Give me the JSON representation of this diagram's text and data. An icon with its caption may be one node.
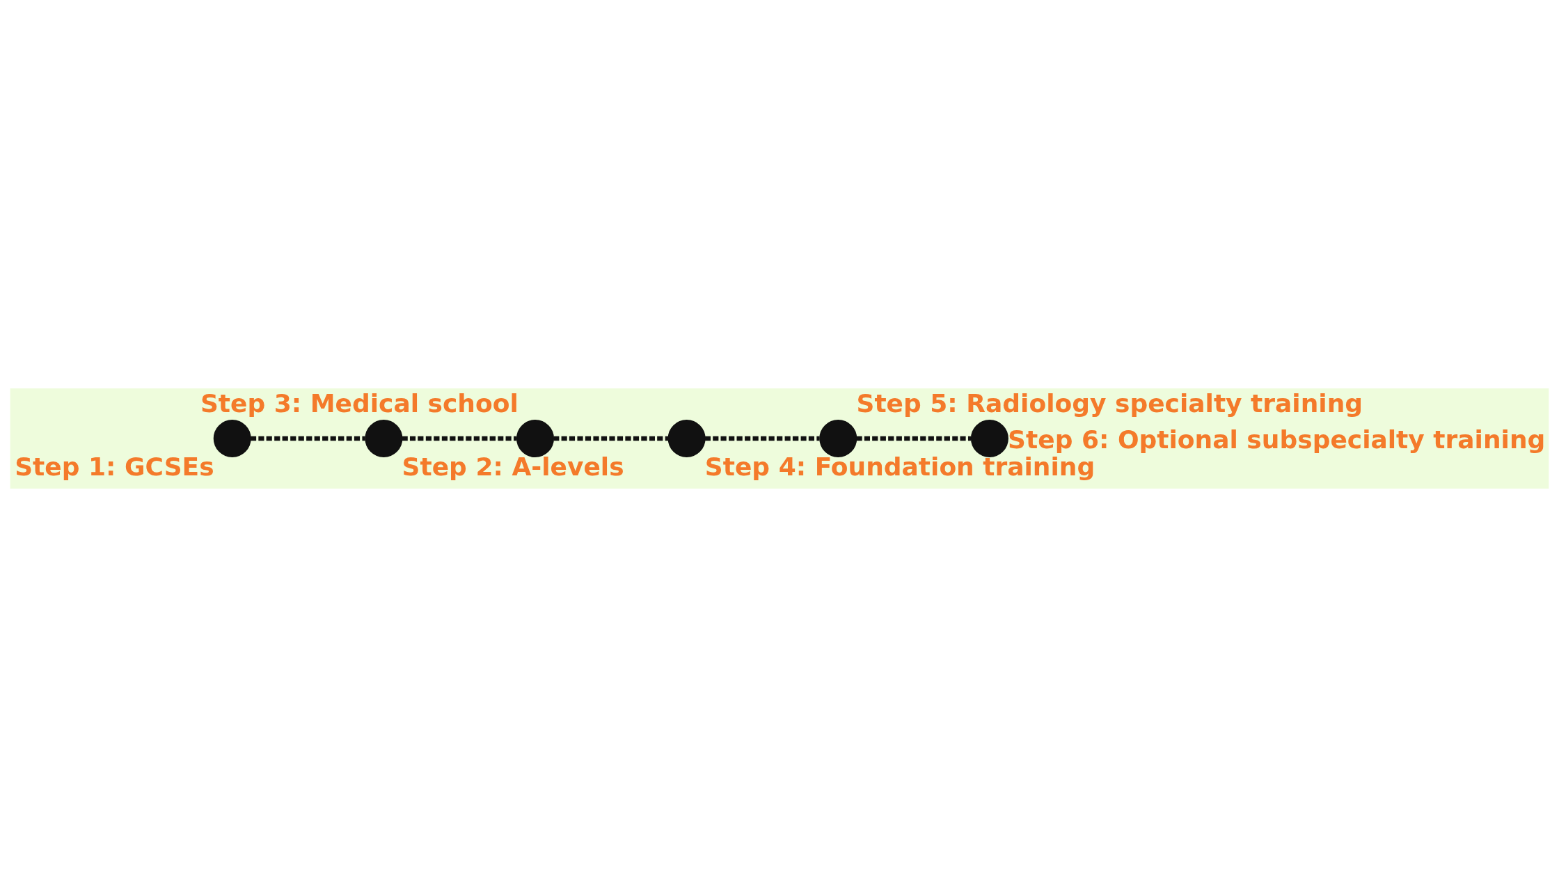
{
  "diagram": {
    "nodes": [
      {
        "text": [],
        "shape": "circle",
        "beside": [
          "Step 1: GCSEs"
        ]
      },
      {
        "text": [],
        "shape": "circle",
        "beside": [
          "Step 2: A-levels"
        ]
      },
      {
        "text": [],
        "shape": "circle",
        "beside": [
          "Step 3: Medical school"
        ]
      },
      {
        "text": [],
        "shape": "circle",
        "beside": [
          "Step 4: Foundation training"
        ]
      },
      {
        "text": [],
        "shape": "circle",
        "beside": [
          "Step 5: Radiology specialty training"
        ]
      },
      {
        "text": [],
        "shape": "circle",
        "beside": [
          "Step 6: Optional subspecialty training"
        ]
      }
    ],
    "edges": [
      {
        "from": 0,
        "to": 1,
        "arrow": "none",
        "style": "dashed"
      },
      {
        "from": 1,
        "to": 2,
        "arrow": "none",
        "style": "dashed"
      },
      {
        "from": 2,
        "to": 3,
        "arrow": "none",
        "style": "dashed"
      },
      {
        "from": 3,
        "to": 4,
        "arrow": "none",
        "style": "dashed"
      },
      {
        "from": 4,
        "to": 5,
        "arrow": "none",
        "style": "dashed"
      }
    ]
  }
}
